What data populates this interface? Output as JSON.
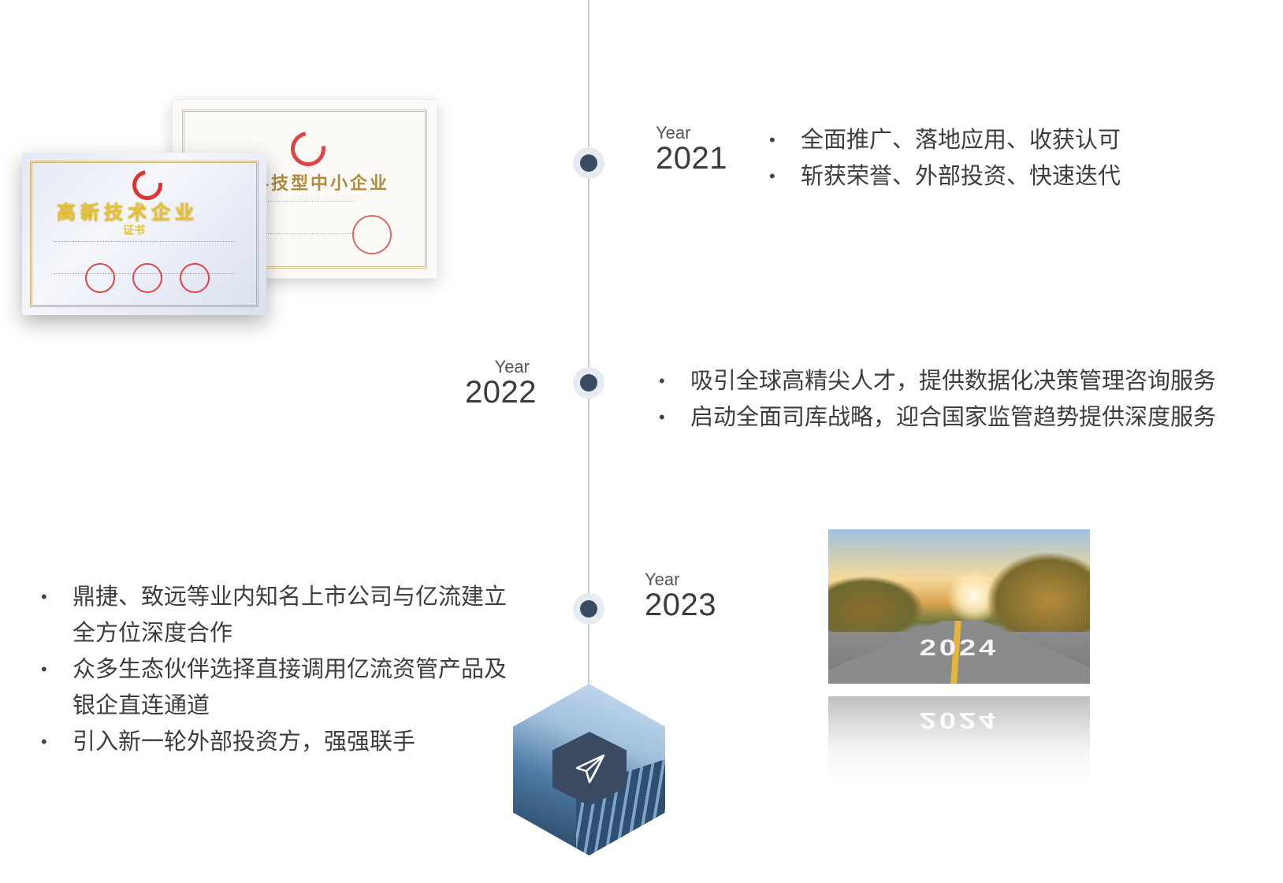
{
  "timeline": [
    {
      "year_label": "Year",
      "year": "2021",
      "bullets": [
        "全面推广、落地应用、收获认可",
        "斩获荣誉、外部投资、快速迭代"
      ]
    },
    {
      "year_label": "Year",
      "year": "2022",
      "bullets": [
        "吸引全球高精尖人才，提供数据化决策管理咨询服务",
        "启动全面司库战略，迎合国家监管趋势提供深度服务"
      ]
    },
    {
      "year_label": "Year",
      "year": "2023",
      "bullets": [
        "鼎捷、致远等业内知名上市公司与亿流建立全方位深度合作",
        "众多生态伙伴选择直接调用亿流资管产品及银企直连通道",
        "引入新一轮外部投资方，强强联手"
      ]
    }
  ],
  "images": {
    "certificate_front_title": "高新技术企业",
    "certificate_front_subtitle": "证书",
    "certificate_back_title": "科技型中小企业",
    "road_text": "2024"
  },
  "icons": {
    "hexagon_icon": "paper-plane-icon"
  },
  "colors": {
    "node": "#3b4a63",
    "node_halo": "#e6ebf1",
    "line": "#c9cdd3"
  }
}
